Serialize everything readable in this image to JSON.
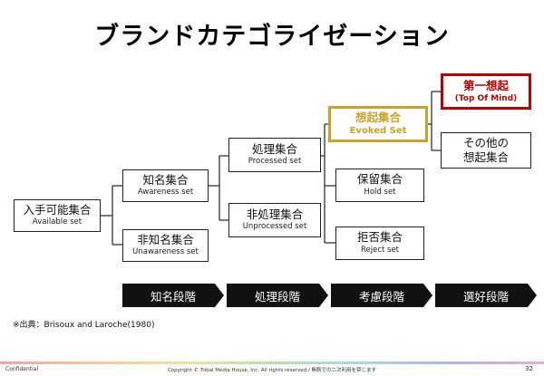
{
  "title": "ブランドカテゴライゼーション",
  "boxes": {
    "available": {
      "main": "入手可能集合",
      "sub": "Available set"
    },
    "awareness": {
      "main": "知名集合",
      "sub": "Awareness set"
    },
    "unawareness": {
      "main": "非知名集合",
      "sub": "Unawareness set"
    },
    "processed": {
      "main": "処理集合",
      "sub": "Processed set"
    },
    "unprocessed": {
      "main": "非処理集合",
      "sub": "Unprocessed set"
    },
    "evoked": {
      "main": "想起集合",
      "sub": "Evoked Set",
      "color": "#C9A227"
    },
    "hold": {
      "main": "保留集合",
      "sub": "Hold set"
    },
    "reject": {
      "main": "拒否集合",
      "sub": "Reject set"
    },
    "top_of_mind": {
      "main": "第一想起",
      "sub": "(Top Of Mind)",
      "color": "#C00000"
    },
    "other_evoked": {
      "line1": "その他の",
      "line2": "想起集合"
    }
  },
  "stages": [
    "知名段階",
    "処理段階",
    "考慮段階",
    "選好段階"
  ],
  "source": "※出典：Brisoux and Laroche(1980)",
  "footer": {
    "left": "Confidential",
    "center": "Copyright © Tribal Media House, Inc. All rights reserved./ 無断での二次利用を禁じます",
    "page": "32"
  }
}
